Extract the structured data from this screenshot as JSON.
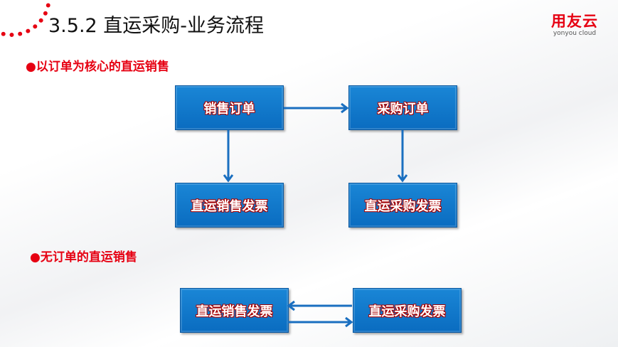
{
  "title": "3.5.2 直运采购-业务流程",
  "logo": {
    "cn": "用友云",
    "en": "yonyou cloud"
  },
  "section1": {
    "heading": "●以订单为核心的直运销售",
    "boxes": [
      "销售订单",
      "采购订单",
      "直运销售发票",
      "直运采购发票"
    ]
  },
  "section2": {
    "heading": "●无订单的直运销售",
    "boxes": [
      "直运销售发票",
      "直运采购发票"
    ]
  },
  "colors": {
    "accent": "#e60012",
    "box": "#0a72c8"
  }
}
